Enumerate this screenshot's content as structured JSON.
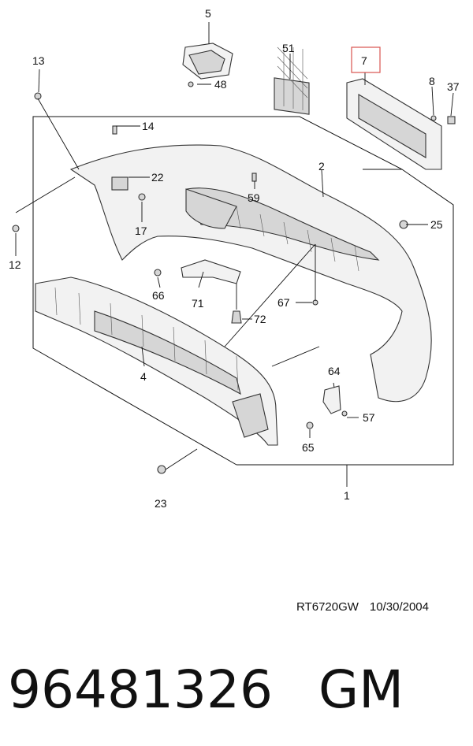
{
  "callouts": {
    "c1": "1",
    "c2": "2",
    "c4": "4",
    "c5": "5",
    "c7": "7",
    "c8": "8",
    "c12": "12",
    "c13": "13",
    "c14": "14",
    "c17": "17",
    "c22": "22",
    "c23": "23",
    "c25": "25",
    "c37": "37",
    "c48": "48",
    "c51": "51",
    "c57": "57",
    "c59": "59",
    "c64": "64",
    "c65": "65",
    "c66": "66",
    "c67": "67",
    "c71": "71",
    "c72": "72"
  },
  "highlight": {
    "callout": "7",
    "color": "#d9534f"
  },
  "reference": {
    "code": "RT6720GW",
    "date": "10/30/2004"
  },
  "footer": {
    "part_number": "96481326",
    "brand": "GM"
  }
}
